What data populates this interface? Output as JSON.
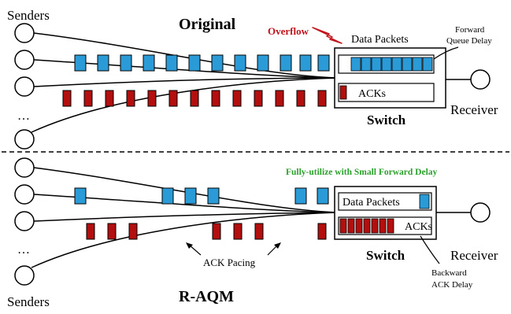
{
  "top": {
    "title": "Original",
    "senders_label": "Senders",
    "ellipsis": "…",
    "overflow_label": "Overflow",
    "data_packets_label": "Data Packets",
    "acks_label": "ACKs",
    "switch_label": "Switch",
    "receiver_label": "Receiver",
    "forward_delay_line1": "Forward",
    "forward_delay_line2": "Queue Delay",
    "data_queue_fill": 8,
    "ack_queue_fill": 1
  },
  "bottom": {
    "title": "R-AQM",
    "senders_label": "Senders",
    "ellipsis": "…",
    "utilization_note": "Fully-utilize with Small Forward Delay",
    "data_packets_label": "Data Packets",
    "acks_label": "ACKs",
    "switch_label": "Switch",
    "receiver_label": "Receiver",
    "ack_pacing_label": "ACK Pacing",
    "backward_delay_line1": "Backward",
    "backward_delay_line2": "ACK Delay",
    "data_queue_fill": 1,
    "ack_queue_fill": 7
  },
  "colors": {
    "data_packet": "#2b9bd8",
    "ack_packet": "#b40f0f",
    "overflow": "#c0131b",
    "utilization_note": "#2ca02c",
    "outline": "#000000"
  }
}
